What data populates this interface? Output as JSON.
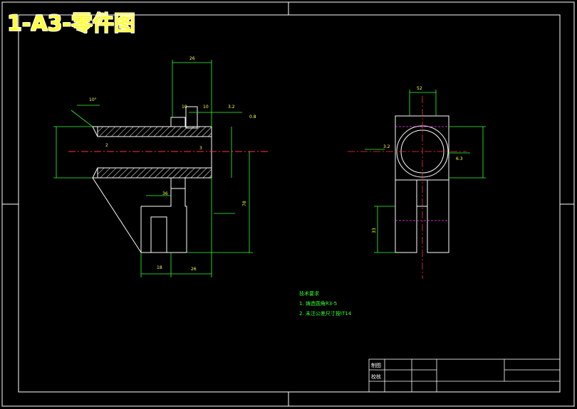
{
  "title": "1-A3-零件图",
  "tech_notes": {
    "heading": "技术要求",
    "items": [
      "1. 铸造圆角R3-5",
      "2. 未注公差尺寸按IT14"
    ]
  },
  "title_block": {
    "row1": "制图",
    "row2": "校核"
  },
  "dimensions": {
    "left_view": [
      "26",
      "10",
      "2",
      "3",
      "36",
      "78",
      "18",
      "26",
      "10",
      "0.8",
      "3.2",
      "10°"
    ],
    "right_view": [
      "52",
      "3.2",
      "6.3",
      "33"
    ]
  },
  "colors": {
    "background": "#000000",
    "outline": "#ffffff",
    "dimension": "#33ff33",
    "centerline": "#ff3333",
    "hidden": "#ff33ff",
    "title": "#ffff33"
  }
}
